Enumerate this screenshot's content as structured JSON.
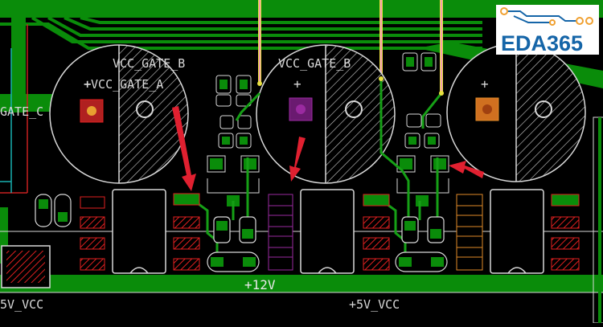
{
  "labels": {
    "net_vcc_gate_b_1": "VCC_GATE_B",
    "net_vcc_gate_b_2": "VCC_GATE_B",
    "net_vcc_gate_a": "+VCC_GATE_A",
    "net_gate_c": "GATE_C",
    "net_12v": "+12V",
    "net_5v_left": "5V_VCC",
    "net_5v_mid": "+5V_VCC",
    "plus_mark": "+"
  },
  "logo": {
    "text": "EDA365"
  },
  "colors": {
    "background": "#000000",
    "copper": "#0a8c0a",
    "copper_trace": "#16a016",
    "silkscreen": "#d8d8d8",
    "pad_red": "#e02020",
    "pad_purple": "#9a2aa0",
    "pad_orange": "#e08a28",
    "arrow": "#e02030",
    "outline_red": "#c82020",
    "outline_cyan": "#18b0b0",
    "via_yellow": "#e8e040",
    "logo_blue": "#1565a8",
    "logo_orange": "#f0a030"
  }
}
